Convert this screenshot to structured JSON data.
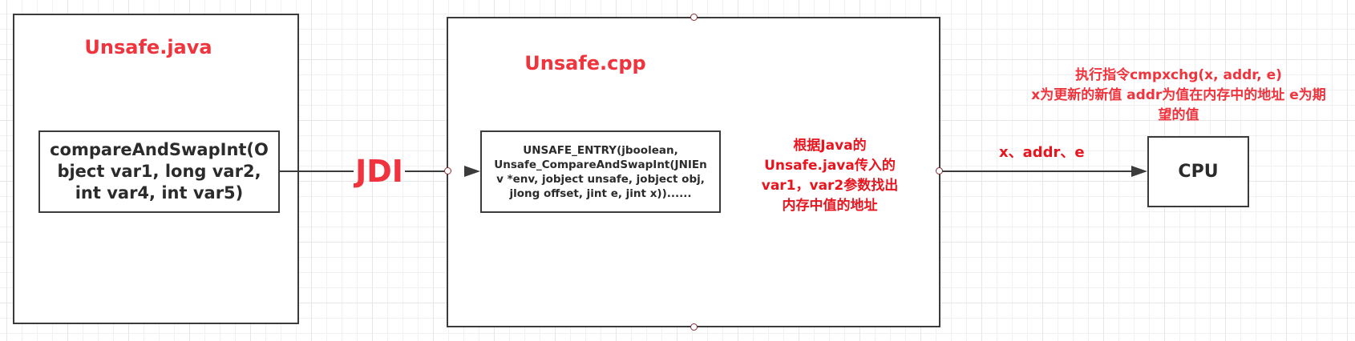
{
  "diagram": {
    "java_box": {
      "title": "Unsafe.java",
      "method_lines": [
        "compareAndSwapInt(O",
        "bject var1, long var2,",
        "int var4, int var5)"
      ]
    },
    "edge_java_to_cpp": {
      "label": "JDI"
    },
    "cpp_box": {
      "title": "Unsafe.cpp",
      "method_lines": [
        "UNSAFE_ENTRY(jboolean,",
        "Unsafe_CompareAndSwapInt(JNIEn",
        "v *env, jobject unsafe, jobject obj,",
        "jlong offset, jint e, jint x))......"
      ],
      "note_lines": [
        "根据Java的",
        "Unsafe.java传入的",
        "var1，var2参数找出",
        "内存中值的地址"
      ]
    },
    "edge_cpp_to_cpu": {
      "label": "x、addr、e"
    },
    "cpu_box": {
      "title": "CPU"
    },
    "cpu_note_lines": [
      "执行指令cmpxchg(x, addr, e)",
      "x为更新的新值 addr为值在内存中的地址 e为期",
      "望的值"
    ],
    "colors": {
      "title_red": "#f0343d",
      "note_red": "#e8141e",
      "stroke": "#3b3b3b",
      "text": "#2b2b2b"
    }
  }
}
